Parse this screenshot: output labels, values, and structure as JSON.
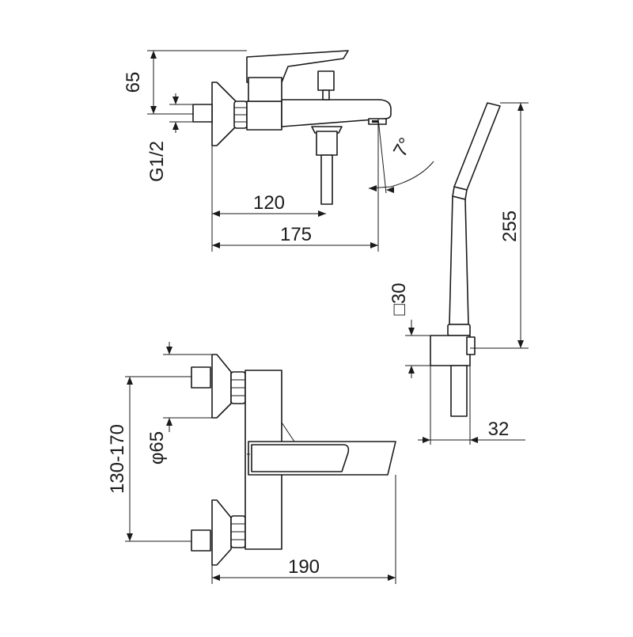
{
  "drawing": {
    "views": [
      "side-view",
      "front-view",
      "hand-shower-view"
    ],
    "dimensions": {
      "height_65": "65",
      "thread": "G1/2",
      "depth_120": "120",
      "depth_175": "175",
      "tilt_angle": "7°",
      "hand_shower_height": "255",
      "holder_square": "□30",
      "holder_depth": "32",
      "centers": "130-170",
      "flange_diameter": "φ65",
      "width_190": "190"
    },
    "colors": {
      "line": "#1a1a1a",
      "background": "#ffffff"
    }
  }
}
